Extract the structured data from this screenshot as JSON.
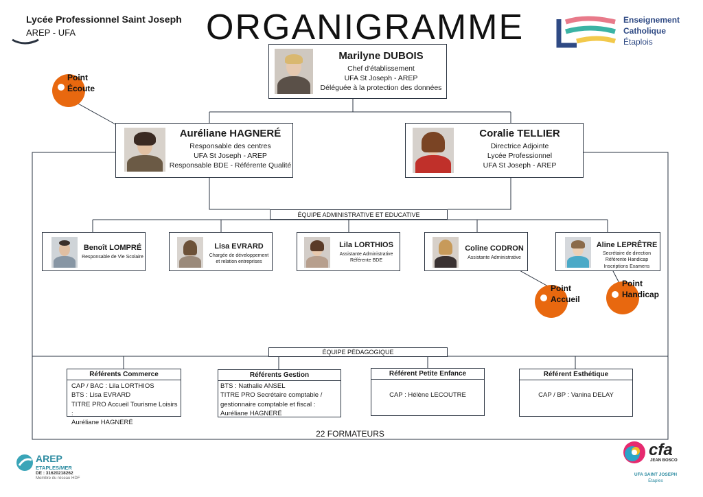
{
  "header": {
    "school_name": "Lycée Professionnel Saint Joseph",
    "school_sub": "AREP - UFA",
    "title": "ORGANIGRAMME",
    "ec_logo_lines": [
      "Enseignement",
      "Catholique",
      "Étaplois"
    ]
  },
  "director": {
    "name": "Marilyne DUBOIS",
    "roles": [
      "Chef d'établissement",
      "UFA St Joseph - AREP",
      "Déléguée à la protection des données"
    ]
  },
  "managers": [
    {
      "name": "Auréliane HAGNERÉ",
      "roles": [
        "Responsable des centres",
        "UFA St Joseph - AREP",
        "Responsable BDE - Référente Qualité"
      ]
    },
    {
      "name": "Coralie TELLIER",
      "roles": [
        "Directrice Adjointe",
        "Lycée Professionnel",
        "UFA St Joseph - AREP"
      ]
    }
  ],
  "admin_team_label": "ÉQUIPE ADMINISTRATIVE ET EDUCATIVE",
  "staff": [
    {
      "name": "Benoît LOMPRÉ",
      "roles": [
        "Responsable de Vie Scolaire"
      ]
    },
    {
      "name": "Lisa EVRARD",
      "roles": [
        "Chargée de développement",
        "et relation entreprises"
      ]
    },
    {
      "name": "Lila LORTHIOS",
      "roles": [
        "Assistante Administrative",
        "Référente BDE"
      ]
    },
    {
      "name": "Coline CODRON",
      "roles": [
        "Assistante Administrative"
      ]
    },
    {
      "name": "Aline LEPRÊTRE",
      "roles": [
        "Secrétaire de direction",
        "Référente Handicap",
        "Inscriptions Examens"
      ]
    }
  ],
  "points": [
    {
      "label": [
        "Point",
        "Écoute"
      ]
    },
    {
      "label": [
        "Point",
        "Accueil"
      ]
    },
    {
      "label": [
        "Point",
        "Handicap"
      ]
    }
  ],
  "pedago_label": "ÉQUIPE PÉDAGOGIQUE",
  "referents": [
    {
      "title": "Référents Commerce",
      "lines": [
        "CAP / BAC : Lila LORTHIOS",
        "BTS : Lisa EVRARD",
        "TITRE PRO Accueil Tourisme Loisirs :",
        "Auréliane HAGNERÉ"
      ]
    },
    {
      "title": "Référents Gestion",
      "lines": [
        "BTS : Nathalie ANSEL",
        "TITRE PRO Secrétaire comptable /",
        "gestionnaire comptable et fiscal :",
        "Auréliane HAGNERÉ"
      ]
    },
    {
      "title": "Référent Petite Enfance",
      "lines": [
        "CAP : Hélène LECOUTRE"
      ]
    },
    {
      "title": "Référent Esthétique",
      "lines": [
        "CAP / BP : Vanina DELAY"
      ]
    }
  ],
  "formateurs": "22 FORMATEURS",
  "footer": {
    "arep_name": "AREP",
    "arep_city": "ETAPLES/MER",
    "arep_de": "DE : 31620218262",
    "arep_member": "Membre du réseau HDF",
    "cfa_word": "cfa",
    "cfa_sub": "JEAN BOSCO",
    "ufa_line1": "UFA SAINT JOSEPH",
    "ufa_line2": "Étaples"
  },
  "colors": {
    "orange": "#e8680f",
    "navy": "#2a3340",
    "ec_blue": "#2f4a84",
    "ec_pink": "#e87a8a",
    "ec_teal": "#3bb3a4",
    "ec_yellow": "#f2c94c"
  }
}
